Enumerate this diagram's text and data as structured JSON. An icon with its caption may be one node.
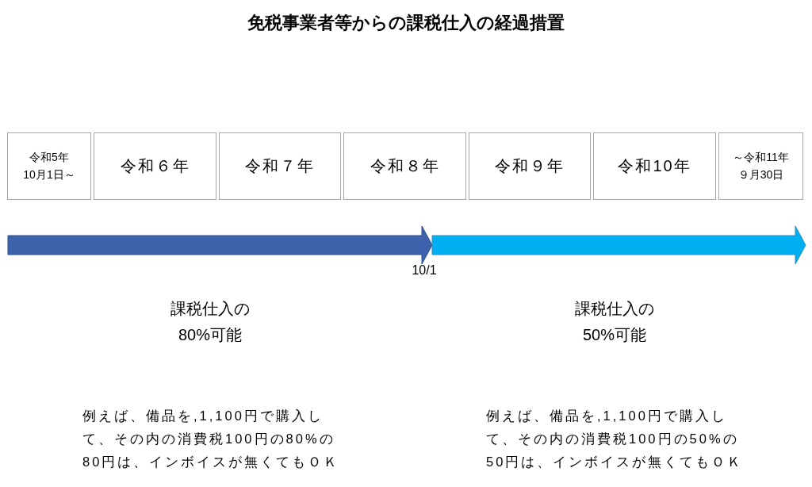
{
  "diagram": {
    "title": "免税事業者等からの課税仕入の経過措置",
    "nodes": [
      {
        "text": [
          "令和5年",
          "10月1日～"
        ]
      },
      {
        "text": [
          "令和６年"
        ]
      },
      {
        "text": [
          "令和７年"
        ]
      },
      {
        "text": [
          "令和８年"
        ]
      },
      {
        "text": [
          "令和９年"
        ]
      },
      {
        "text": [
          "令和10年"
        ]
      },
      {
        "text": [
          "～令和11年",
          "９月30日"
        ]
      }
    ],
    "labels": [
      "10/1",
      "課税仕入の80%可能",
      "課税仕入の50%可能",
      "例えば、備品を,1,100円で購入して、その内の消費税100円の80%の80円は、インボイスが無くてもＯＫ",
      "例えば、備品を,1,100円で購入して、その内の消費税100円の50%の50円は、インボイスが無くてもＯＫ"
    ]
  }
}
